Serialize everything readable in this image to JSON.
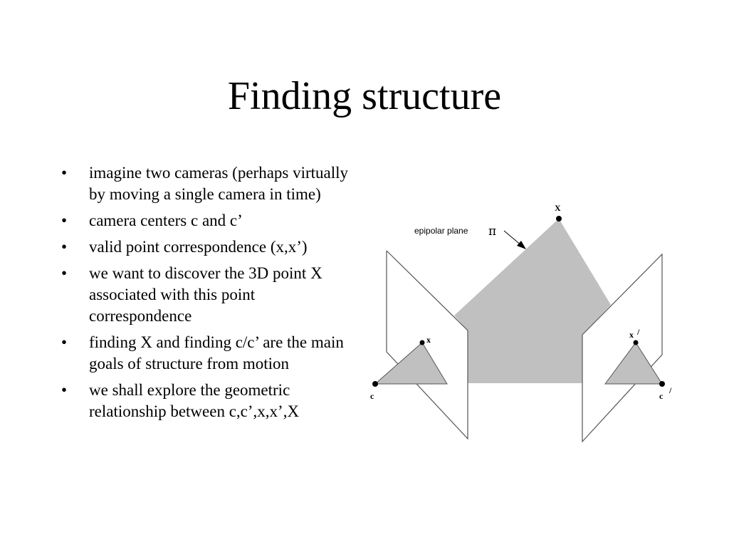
{
  "slide": {
    "title": "Finding structure",
    "bullets": [
      "imagine two cameras (perhaps virtually by moving a single camera in time)",
      "camera centers c and c’",
      "valid point correspondence (x,x’)",
      "we want to discover the 3D point X associated with this point correspondence",
      "finding X and finding c/c’ are the main goals of structure from motion",
      "we shall explore the geometric relationship between c,c’,x,x’,X"
    ],
    "bullet_marker": "•"
  },
  "figure": {
    "epipolar_label": "epipolar plane",
    "pi_symbol": "π",
    "point_X": "X",
    "point_x": "x",
    "point_x_prime": "x",
    "prime_mark": "/",
    "camera_c": "c",
    "camera_c_prime": "c",
    "plane_fill": "#c0c0c0",
    "line_color": "#555555"
  }
}
